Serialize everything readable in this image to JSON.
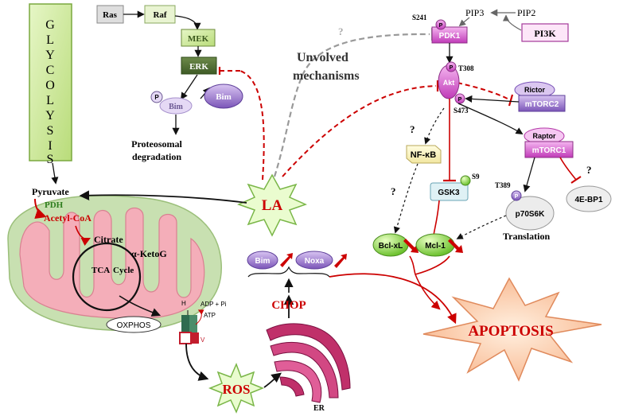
{
  "glycolysis": {
    "letters": [
      "G",
      "L",
      "Y",
      "C",
      "O",
      "L",
      "Y",
      "S",
      "I",
      "S"
    ]
  },
  "mapk": {
    "ras": "Ras",
    "raf": "Raf",
    "mek": "MEK",
    "erk": "ERK",
    "bim": "Bim",
    "bim_p": "Bim",
    "p": "P",
    "degradation_1": "Proteosomal",
    "degradation_2": "degradation"
  },
  "unvolved": {
    "line1": "Unvolved",
    "line2": "mechanisms",
    "q": "?"
  },
  "pi3k": {
    "pip3": "PIP3",
    "pip2": "PIP2",
    "pi3k": "PI3K",
    "pdk1": "PDK1",
    "s241": "S241",
    "akt": "Akt",
    "t308": "T308",
    "s473": "S473",
    "rictor": "Rictor",
    "mtorc2": "mTORC2",
    "raptor": "Raptor",
    "mtorc1": "mTORC1",
    "p": "P"
  },
  "nfkb": {
    "label": "NF-κB",
    "q1": "?",
    "q2": "?"
  },
  "gsk3": {
    "label": "GSK3",
    "s9": "S9"
  },
  "translation": {
    "t389": "T389",
    "p70": "p70S6K",
    "ebp": "4E-BP1",
    "text": "Translation",
    "q": "?"
  },
  "bcl": {
    "bclxl": "Bcl-xL",
    "mcl1": "Mcl-1"
  },
  "la": {
    "label": "LA"
  },
  "mito": {
    "pyruvate": "Pyruvate",
    "pdh": "PDH",
    "acetyl": "Acetyl-CoA",
    "citrate": "Citrate",
    "ketog": "α-KetoG",
    "tca": "TCA",
    "cycle": "Cycle",
    "oxphos": "OXPHOS",
    "adp": "ADP + Pi",
    "atp": "ATP",
    "h": "H",
    "v": "V"
  },
  "er": {
    "bim": "Bim",
    "noxa": "Noxa",
    "chop": "CHOP",
    "er": "ER"
  },
  "ros": {
    "label": "ROS"
  },
  "apoptosis": {
    "label": "APOPTOSIS"
  }
}
